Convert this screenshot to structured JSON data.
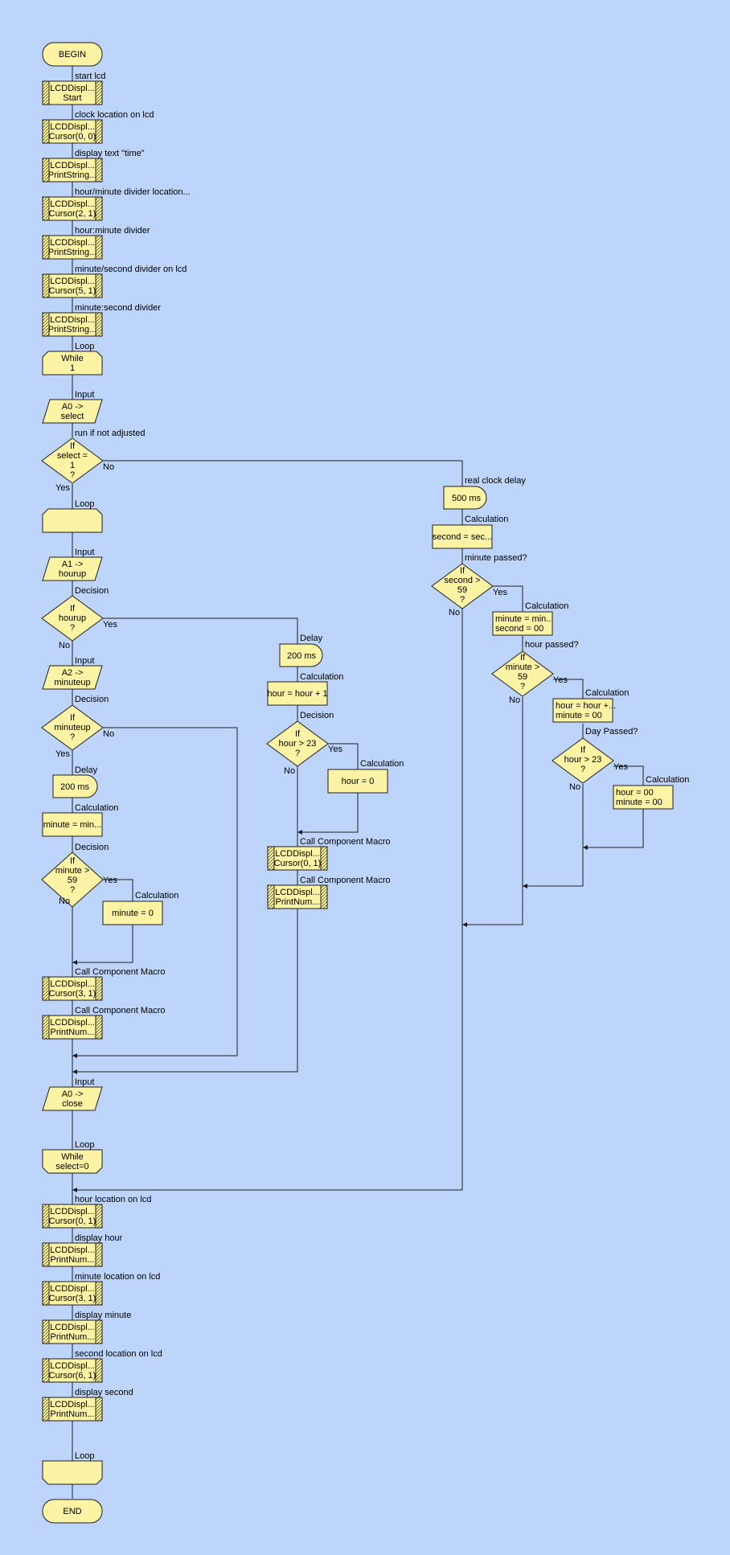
{
  "begin": "BEGIN",
  "end": "END",
  "main": [
    {
      "comment": "start lcd",
      "l1": "LCDDispl...",
      "l2": "Start"
    },
    {
      "comment": "clock location on lcd",
      "l1": "LCDDispl...",
      "l2": "Cursor(0, 0)"
    },
    {
      "comment": "display text \"time\"",
      "l1": "LCDDispl...",
      "l2": "PrintString..."
    },
    {
      "comment": "hour/minute divider location...",
      "l1": "LCDDispl...",
      "l2": "Cursor(2, 1)"
    },
    {
      "comment": "hour:minute divider",
      "l1": "LCDDispl...",
      "l2": "PrintString..."
    },
    {
      "comment": "minute/second divider on lcd",
      "l1": "LCDDispl...",
      "l2": "Cursor(5, 1)"
    },
    {
      "comment": "minute:second divider",
      "l1": "LCDDispl...",
      "l2": "PrintString..."
    }
  ],
  "while_loop": {
    "comment": "Loop",
    "l1": "While",
    "l2": "1"
  },
  "input_select": {
    "comment": "Input",
    "l1": "A0 ->",
    "l2": "select"
  },
  "decision_select": {
    "comment": "run if not adjusted",
    "l1": "If",
    "l2": "select =",
    "l3": "1",
    "l4": "?",
    "yes": "Yes",
    "no": "No"
  },
  "adjust": {
    "loop_comment": "Loop",
    "input_hourup": {
      "comment": "Input",
      "l1": "A1 ->",
      "l2": "hourup"
    },
    "decision_hourup": {
      "comment": "Decision",
      "l1": "If",
      "l2": "hourup",
      "l3": "?",
      "yes": "Yes",
      "no": "No"
    },
    "input_minuteup": {
      "comment": "Input",
      "l1": "A2 ->",
      "l2": "minuteup"
    },
    "decision_minuteup": {
      "comment": "Decision",
      "l1": "If",
      "l2": "minuteup",
      "l3": "?",
      "yes": "Yes",
      "no": "No"
    },
    "delay_minute": {
      "comment": "Delay",
      "text": "200 ms"
    },
    "calc_minute": {
      "comment": "Calculation",
      "text": "minute = min..."
    },
    "decision_minute59": {
      "comment": "Decision",
      "l1": "If",
      "l2": "minute >",
      "l3": "59",
      "l4": "?",
      "yes": "Yes",
      "no": "No"
    },
    "calc_minute0": {
      "comment": "Calculation",
      "text": "minute = 0"
    },
    "macro_minute_cursor": {
      "comment": "Call Component Macro",
      "l1": "LCDDispl...",
      "l2": "Cursor(3, 1)"
    },
    "macro_minute_print": {
      "comment": "Call Component Macro",
      "l1": "LCDDispl...",
      "l2": "PrintNum..."
    },
    "delay_hour": {
      "comment": "Delay",
      "text": "200 ms"
    },
    "calc_hour": {
      "comment": "Calculation",
      "text": "hour = hour + 1"
    },
    "decision_hour23": {
      "comment": "Decision",
      "l1": "If",
      "l2": "hour > 23",
      "l3": "?",
      "yes": "Yes",
      "no": "No"
    },
    "calc_hour0": {
      "comment": "Calculation",
      "text": "hour = 0"
    },
    "macro_hour_cursor": {
      "comment": "Call Component Macro",
      "l1": "LCDDispl...",
      "l2": "Cursor(0, 1)"
    },
    "macro_hour_print": {
      "comment": "Call Component Macro",
      "l1": "LCDDispl...",
      "l2": "PrintNum..."
    },
    "input_close": {
      "comment": "Input",
      "l1": "A0 ->",
      "l2": "close"
    },
    "loop_end": {
      "comment": "Loop",
      "l1": "While",
      "l2": "select=0"
    }
  },
  "clock": {
    "delay": {
      "comment": "real clock delay",
      "text": "500 ms"
    },
    "calc_second": {
      "comment": "Calculation",
      "text": "second = sec..."
    },
    "decision_second": {
      "comment": "minute passed?",
      "l1": "If",
      "l2": "second >",
      "l3": "59",
      "l4": "?",
      "yes": "Yes",
      "no": "No"
    },
    "calc_minute": {
      "comment": "Calculation",
      "l1": "minute = min...",
      "l2": "second = 00"
    },
    "decision_minute": {
      "comment": "hour passed?",
      "l1": "If",
      "l2": "minute >",
      "l3": "59",
      "l4": "?",
      "yes": "Yes",
      "no": "No"
    },
    "calc_hour": {
      "comment": "Calculation",
      "l1": "hour = hour +...",
      "l2": "minute = 00"
    },
    "decision_hour": {
      "comment": "Day Passed?",
      "l1": "If",
      "l2": "hour > 23",
      "l3": "?",
      "yes": "Yes",
      "no": "No"
    },
    "calc_day": {
      "comment": "Calculation",
      "l1": "hour = 00",
      "l2": "minute = 00"
    }
  },
  "display": [
    {
      "comment": "hour location on lcd",
      "l1": "LCDDispl...",
      "l2": "Cursor(0, 1)"
    },
    {
      "comment": "display hour",
      "l1": "LCDDispl...",
      "l2": "PrintNum..."
    },
    {
      "comment": "minute location on lcd",
      "l1": "LCDDispl...",
      "l2": "Cursor(3, 1)"
    },
    {
      "comment": "display minute",
      "l1": "LCDDispl...",
      "l2": "PrintNum..."
    },
    {
      "comment": "second location on lcd",
      "l1": "LCDDispl...",
      "l2": "Cursor(6, 1)"
    },
    {
      "comment": "display second",
      "l1": "LCDDispl...",
      "l2": "PrintNum..."
    }
  ],
  "loop_end_main": {
    "comment": "Loop"
  }
}
